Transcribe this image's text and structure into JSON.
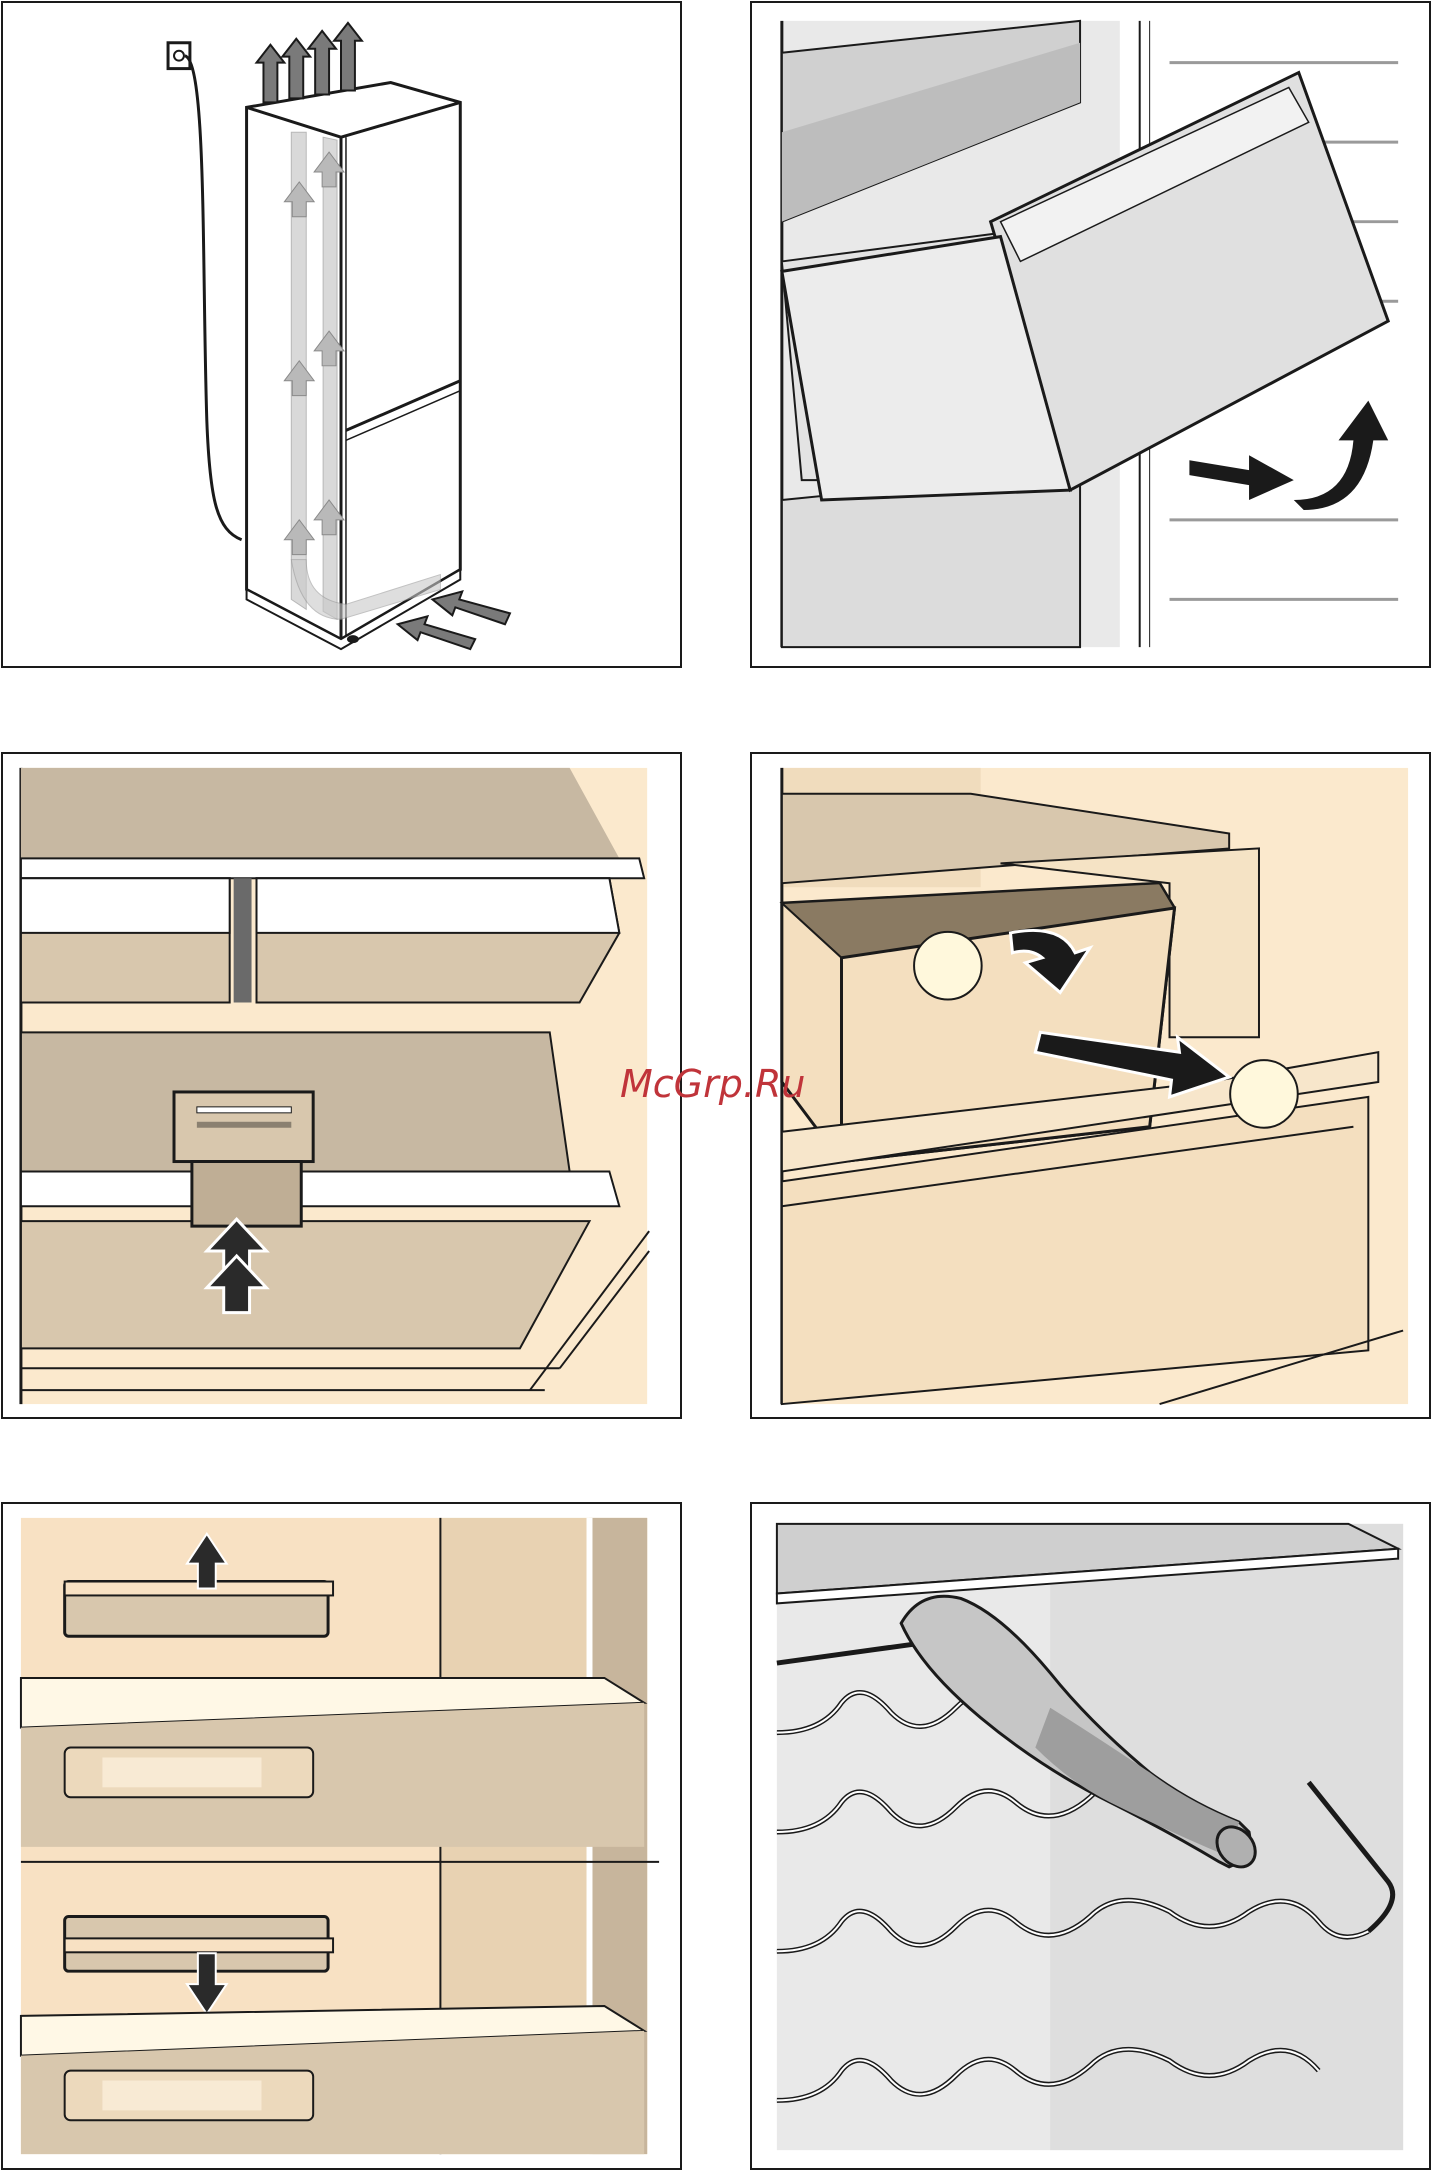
{
  "watermark": {
    "text": "McGrp.Ru",
    "color": "#c0343a"
  },
  "colors": {
    "outline": "#1a1a1a",
    "cream": "#fbe9cd",
    "tan": "#d8c7ad",
    "arrow_dark": "#2a2a2a",
    "arrow_grey": "#7a7a7a",
    "grey_light": "#e3e3e3",
    "grey_mid": "#bdbdbd"
  },
  "panels": [
    {
      "name": "fridge-airflow",
      "icons": [
        "power-socket-icon",
        "airflow-arrow-icon"
      ]
    },
    {
      "name": "freezer-drawer-removal",
      "icons": [
        "pull-arrow-icon",
        "lift-arrow-icon"
      ]
    },
    {
      "name": "shelf-slide-in",
      "icons": [
        "push-up-arrow-icon"
      ]
    },
    {
      "name": "crisper-drawer-removal",
      "icons": [
        "tilt-arrow-icon",
        "pull-out-arrow-icon"
      ]
    },
    {
      "name": "door-rack-adjust",
      "icons": [
        "up-arrow-icon",
        "down-arrow-icon"
      ]
    },
    {
      "name": "bottle-rack",
      "icons": [
        "bottle-icon"
      ]
    }
  ]
}
